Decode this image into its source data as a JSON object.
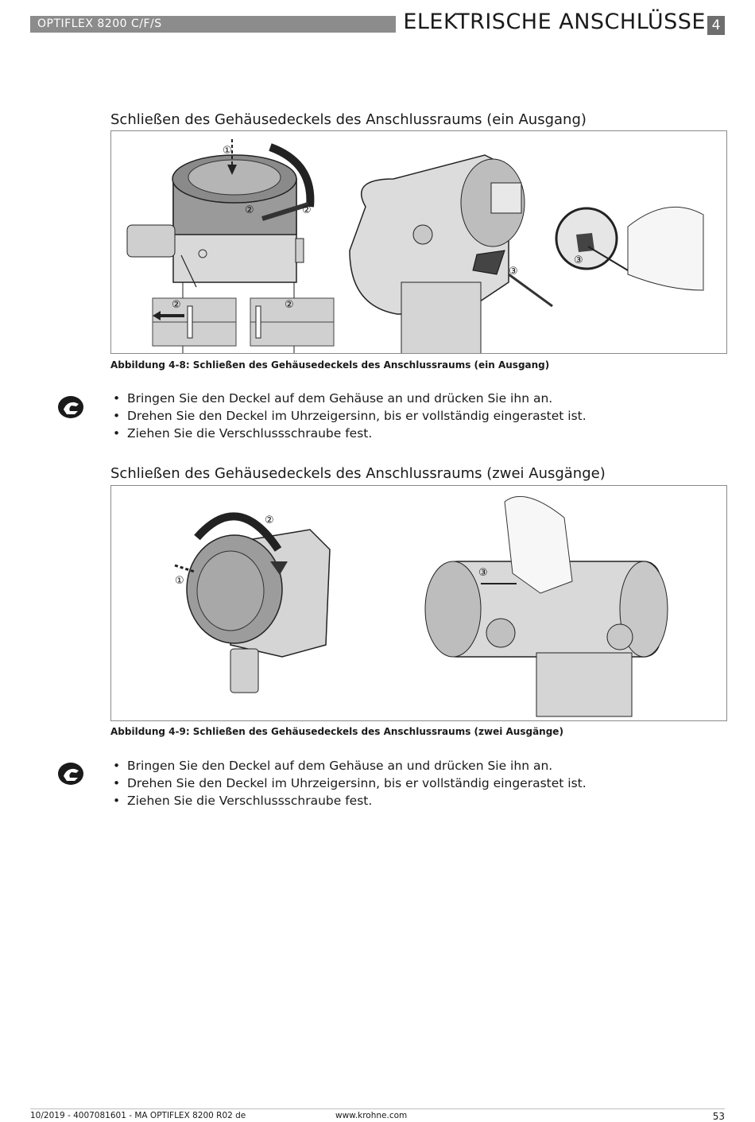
{
  "header": {
    "product": "OPTIFLEX 8200 C/F/S",
    "chapter_title": "ELEKTRISCHE ANSCHLÜSSE",
    "chapter_number": "4"
  },
  "sections": [
    {
      "heading": "Schließen des Gehäusedeckels des Anschlussraums (ein Ausgang)",
      "caption": "Abbildung 4-8: Schließen des Gehäusedeckels des Anschlussraums (ein Ausgang)",
      "steps": [
        "①",
        "②",
        "②",
        "②",
        "②",
        "③",
        "③"
      ],
      "bullets": [
        "Bringen Sie den Deckel auf dem Gehäuse an und drücken Sie ihn an.",
        "Drehen Sie den Deckel im Uhrzeigersinn, bis er vollständig eingerastet ist.",
        "Ziehen Sie die Verschlussschraube fest."
      ]
    },
    {
      "heading": "Schließen des Gehäusedeckels des Anschlussraums (zwei Ausgänge)",
      "caption": "Abbildung 4-9: Schließen des Gehäusedeckels des Anschlussraums (zwei Ausgänge)",
      "steps": [
        "①",
        "②",
        "③"
      ],
      "bullets": [
        "Bringen Sie den Deckel auf dem Gehäuse an und drücken Sie ihn an.",
        "Drehen Sie den Deckel im Uhrzeigersinn, bis er vollständig eingerastet ist.",
        "Ziehen Sie die Verschlussschraube fest."
      ]
    }
  ],
  "icons": {
    "instruction": "hand-instruction-icon"
  },
  "footer": {
    "doc_info": "10/2019 - 4007081601 - MA OPTIFLEX 8200 R02 de",
    "website": "www.krohne.com",
    "page_number": "53"
  }
}
